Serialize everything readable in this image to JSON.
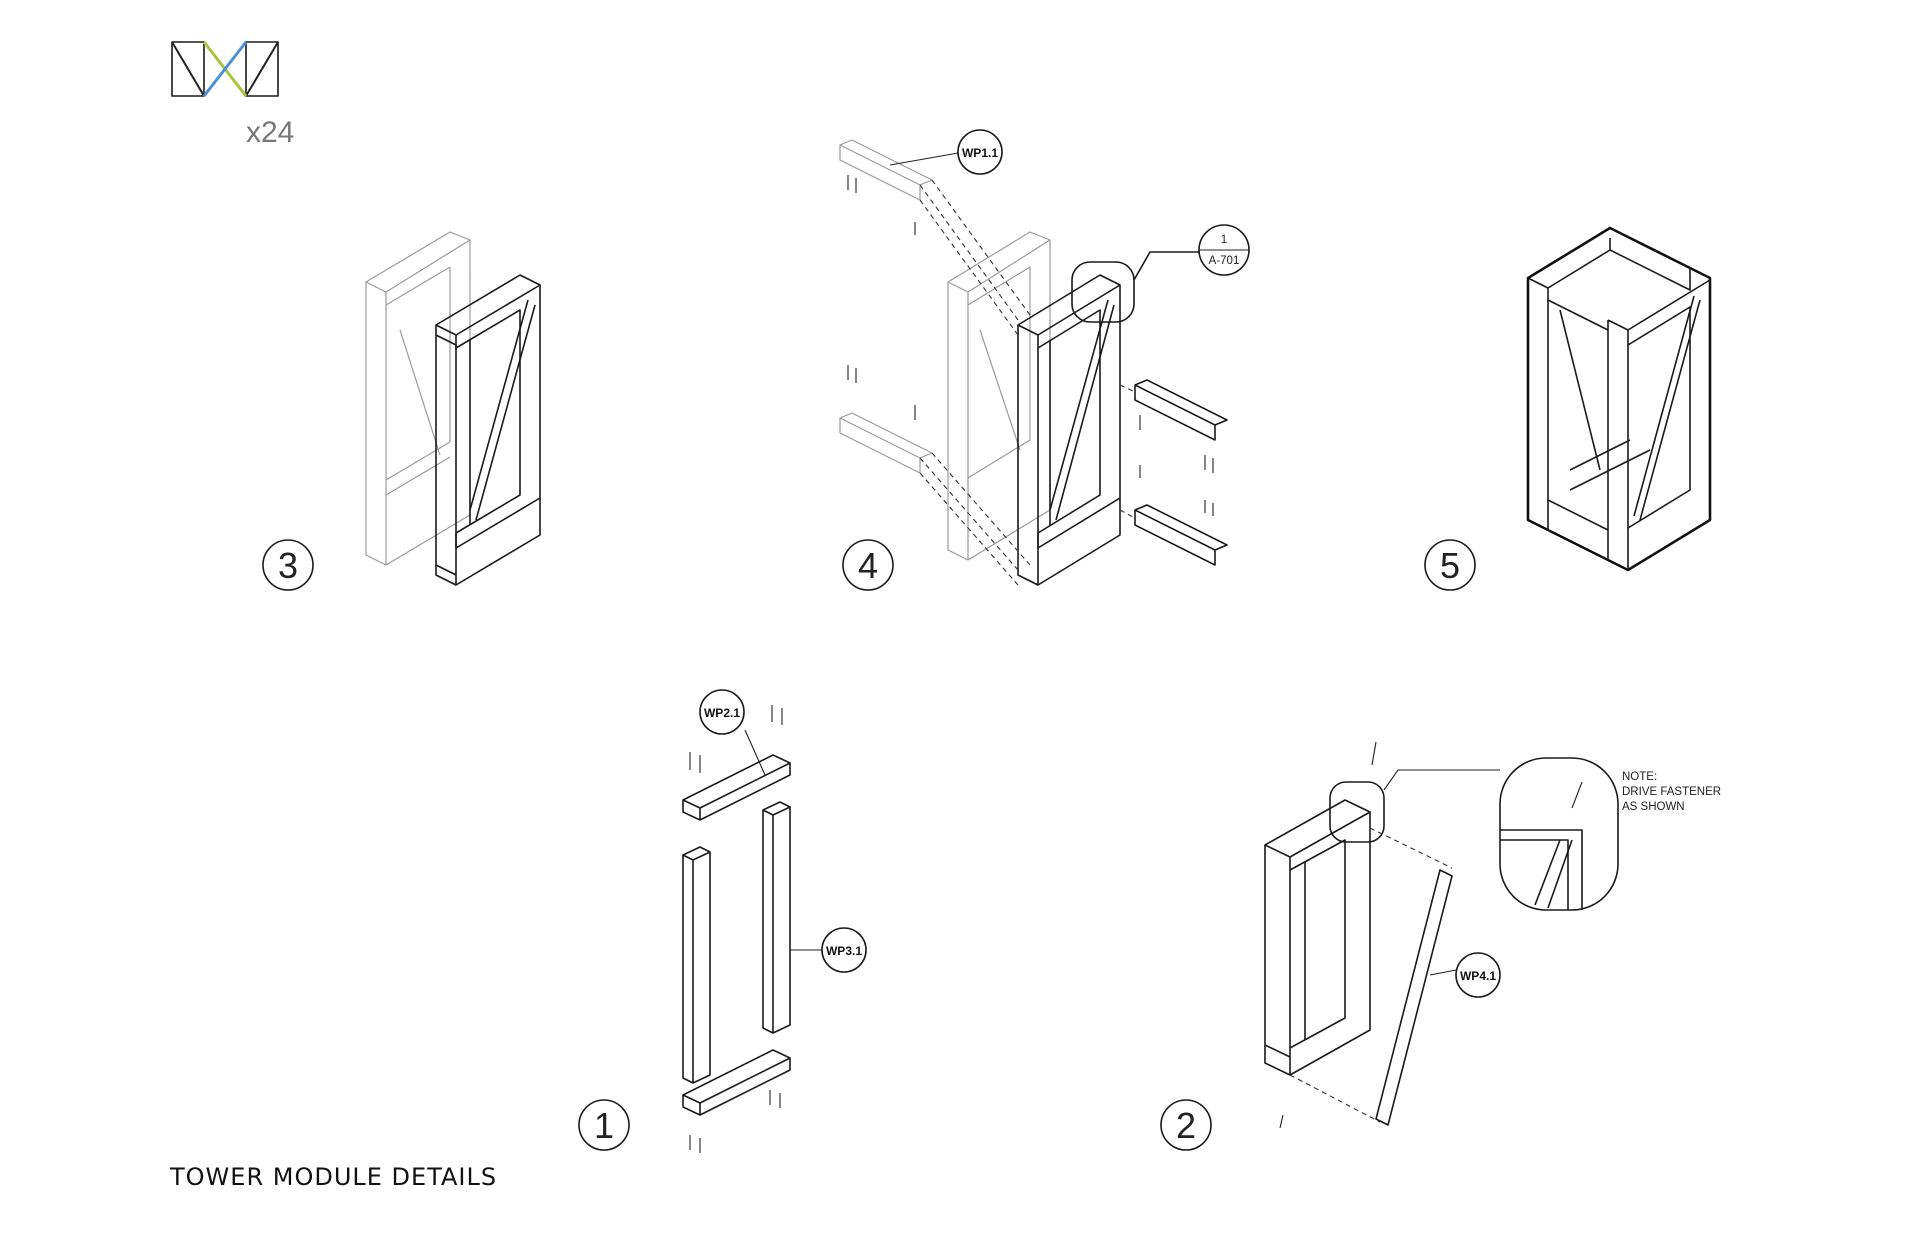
{
  "logo": {
    "sub_label": "x24",
    "colors": {
      "outline": "#222222",
      "accent_green": "#a8c53a",
      "accent_blue": "#4a90d9"
    }
  },
  "title": "TOWER MODULE DETAILS",
  "steps": [
    {
      "number": "3"
    },
    {
      "number": "4"
    },
    {
      "number": "5"
    },
    {
      "number": "1"
    },
    {
      "number": "2"
    }
  ],
  "callouts": {
    "wp1_1": "WP1.1",
    "wp2_1": "WP2.1",
    "wp3_1": "WP3.1",
    "wp4_1": "WP4.1",
    "section_ref_top": "1",
    "section_ref_bottom": "A-701"
  },
  "note": {
    "line1": "NOTE:",
    "line2": "DRIVE FASTENER",
    "line3": "AS SHOWN"
  }
}
